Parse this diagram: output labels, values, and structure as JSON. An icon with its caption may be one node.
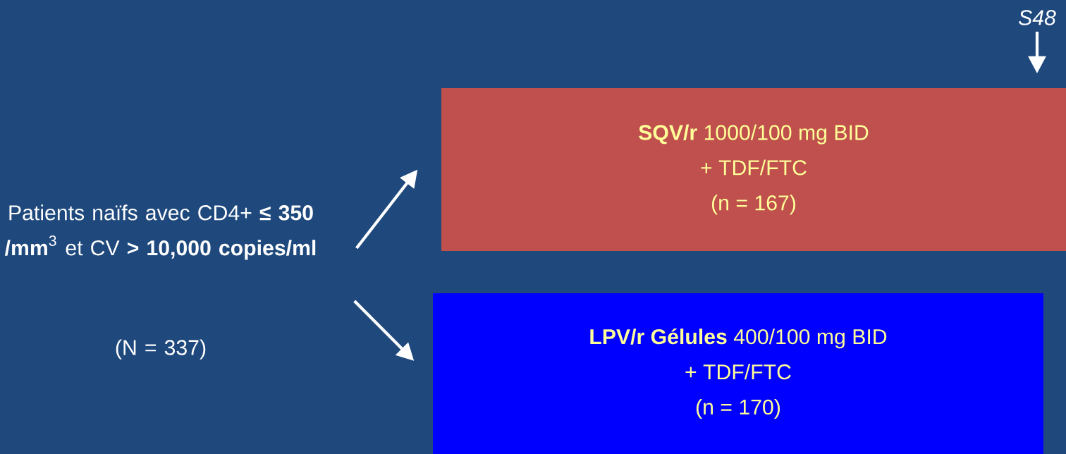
{
  "diagram": {
    "nodes": [
      {
        "text": [
          "Patients naïfs avec CD4+ **≤ 350 /mm**$^{3}$ et CV **> 10,000 copies/ml**",
          "(N = 337)"
        ]
      },
      {
        "text": [
          "**SQV/r** 1000/100 mg BID",
          "+ TDF/FTC",
          "(n = 167)"
        ]
      },
      {
        "text": [
          "**LPV/r Gélules** 400/100 mg BID",
          "+ TDF/FTC",
          "(n = 170)"
        ]
      },
      {
        "text": [
          "S48"
        ]
      }
    ],
    "edges": [
      {
        "from": 0,
        "to": 1,
        "arrow": "to"
      },
      {
        "from": 0,
        "to": 2,
        "arrow": "to"
      },
      {
        "from": 3,
        "to": 1,
        "arrow": "to"
      }
    ]
  }
}
